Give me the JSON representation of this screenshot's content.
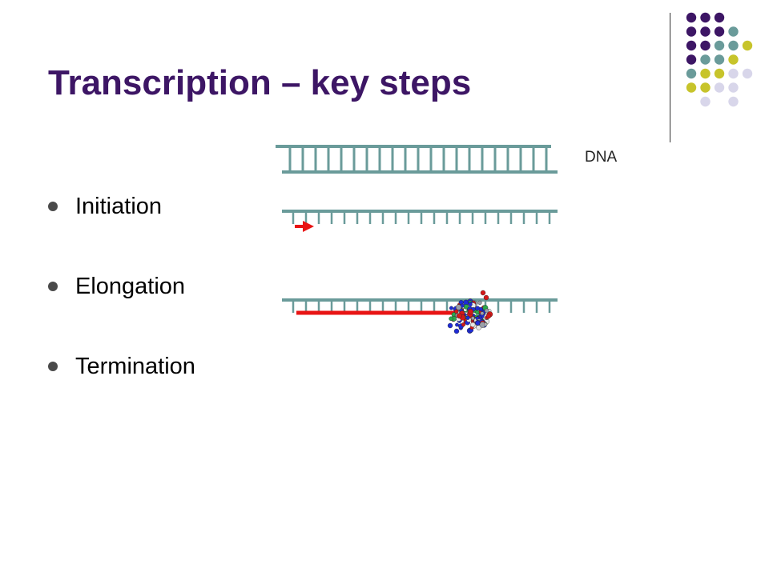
{
  "slide": {
    "title": "Transcription – key steps",
    "steps": [
      {
        "label": "Initiation"
      },
      {
        "label": "Elongation"
      },
      {
        "label": "Termination"
      }
    ],
    "dna_label": "DNA"
  },
  "colors": {
    "title": "#3d1665",
    "dna_strand": "#6a9b9a",
    "rna": "#e81414",
    "arrow": "#e81414",
    "bullet": "#4a4a4a",
    "dot_purple": "#3d1665",
    "dot_teal": "#6a9b9a",
    "dot_olive": "#c7c42b",
    "dot_lavender": "#d8d6ea"
  },
  "decoration": {
    "dot_grid": [
      [
        "purple",
        "purple",
        "purple",
        null,
        null
      ],
      [
        "purple",
        "purple",
        "purple",
        "teal",
        null
      ],
      [
        "purple",
        "purple",
        "teal",
        "teal",
        "olive"
      ],
      [
        "purple",
        "teal",
        "teal",
        "olive",
        null
      ],
      [
        "teal",
        "olive",
        "olive",
        "lavender",
        "lavender"
      ],
      [
        "olive",
        "olive",
        "lavender",
        "lavender",
        null
      ],
      [
        null,
        "lavender",
        null,
        "lavender",
        null
      ]
    ]
  }
}
